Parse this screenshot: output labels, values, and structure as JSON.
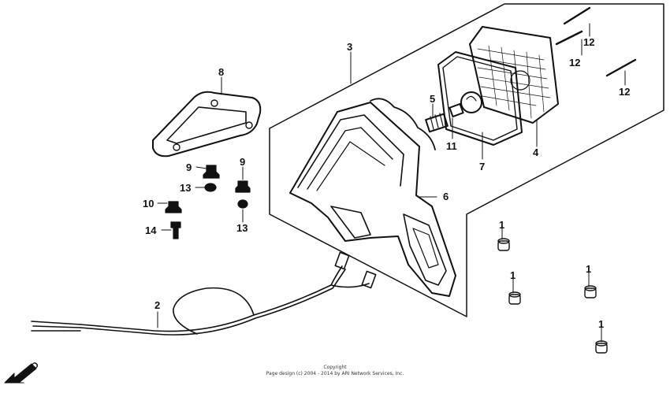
{
  "diagram": {
    "part_numbers": {
      "p1": "1",
      "p2": "2",
      "p3": "3",
      "p4": "4",
      "p5": "5",
      "p6": "6",
      "p7": "7",
      "p8": "8",
      "p9": "9",
      "p10": "10",
      "p11": "11",
      "p12": "12",
      "p13": "13",
      "p14": "14"
    },
    "direction_label": "FWD",
    "colors": {
      "ink": "#111111",
      "background": "#ffffff"
    }
  },
  "footer": {
    "line1": "Copyright",
    "line2": "Page design (c) 2004 - 2014 by ARI Network Services, Inc."
  }
}
